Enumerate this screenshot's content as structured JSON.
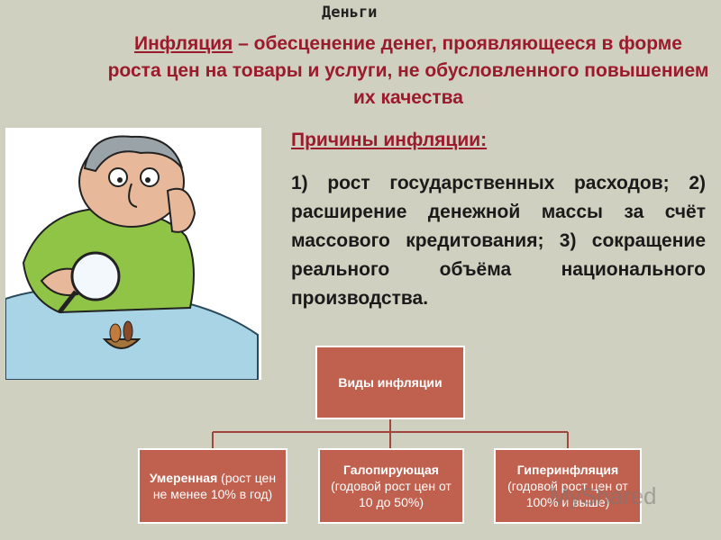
{
  "slide": {
    "title": "Деньги",
    "definition_term": "Инфляция",
    "definition_rest": " – обесценение денег, проявляющееся в форме роста цен на товары и услуги, не обусловленного повышением их качества",
    "causes_heading": "Причины инфляции:",
    "causes_text": "1) рост государственных расходов;   2) расширение денежной массы за счёт массового кредитования;             3) сокращение реального объёма национального производства."
  },
  "diagram": {
    "root": "Виды инфляции",
    "types": [
      {
        "name": "Умеренная",
        "desc": " (рост цен не менее 10% в год)"
      },
      {
        "name": "Галопирующая",
        "desc": "(годовой рост цен от 10 до 50%)"
      },
      {
        "name": "Гиперинфляция",
        "desc": "(годовой рост цен от 100% и выше)"
      }
    ]
  },
  "watermark": "MyShared"
}
